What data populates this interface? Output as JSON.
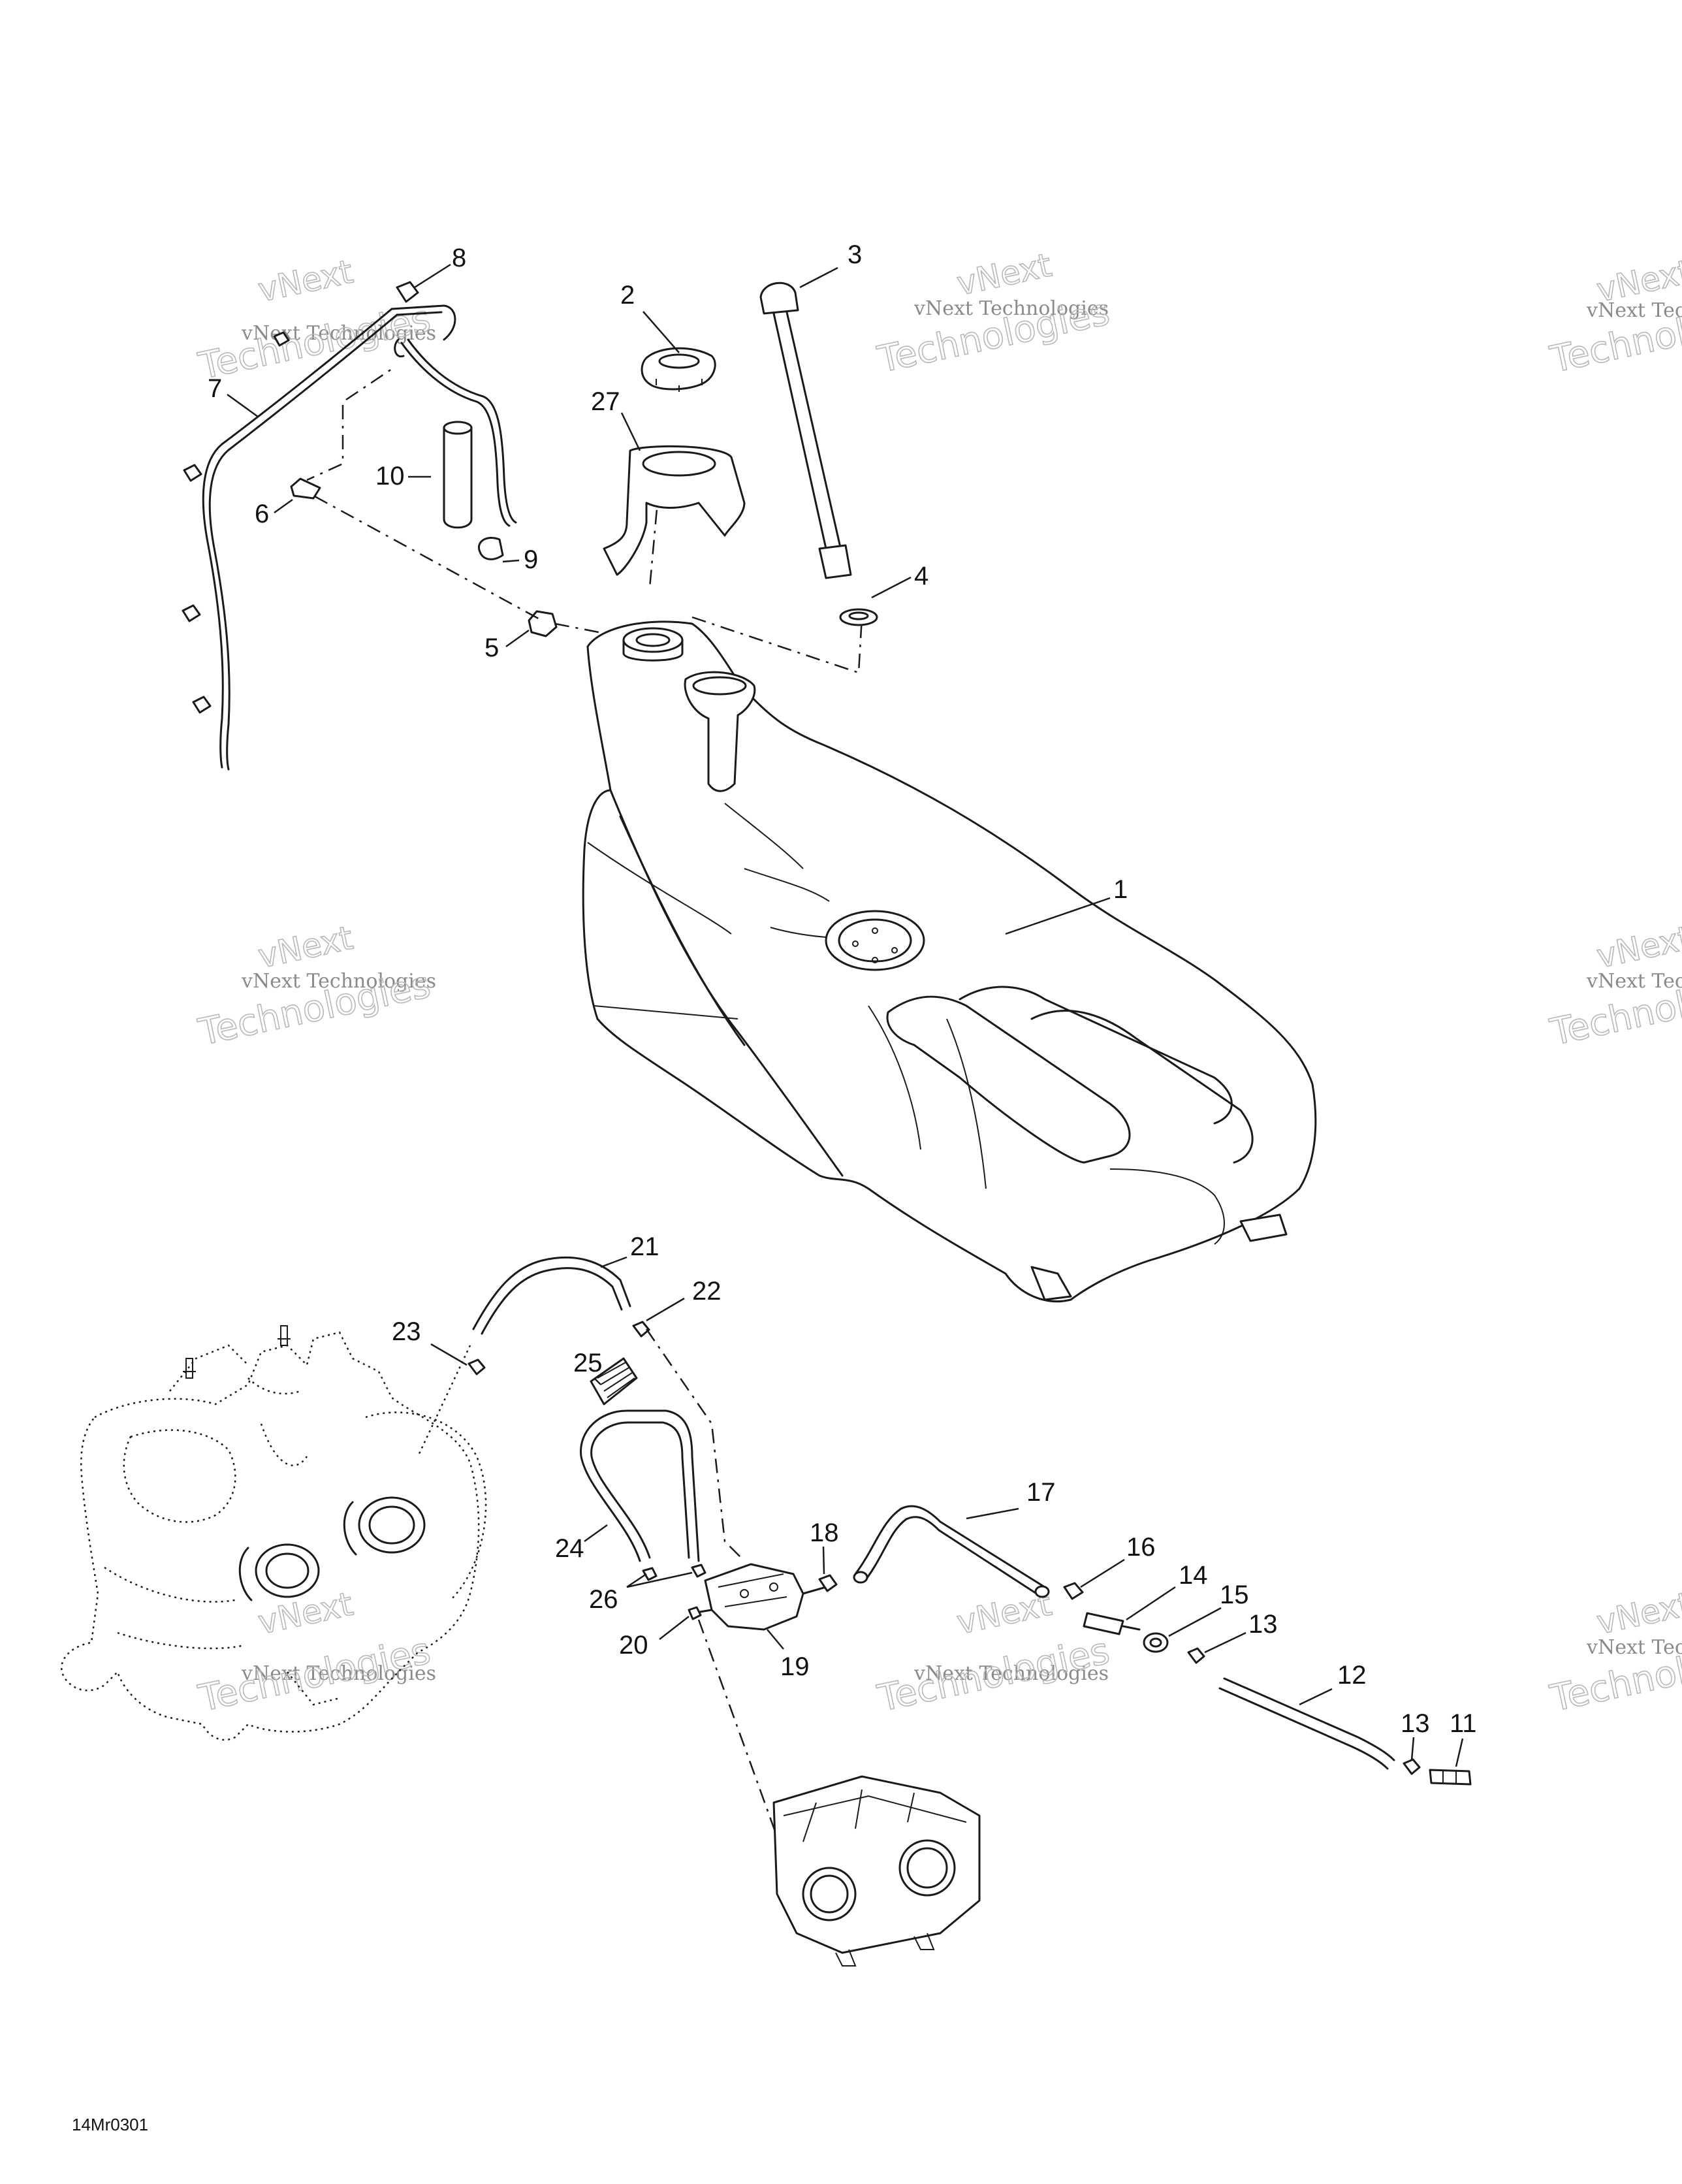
{
  "callouts": [
    {
      "id": "1",
      "label": "1"
    },
    {
      "id": "2",
      "label": "2"
    },
    {
      "id": "3",
      "label": "3"
    },
    {
      "id": "4",
      "label": "4"
    },
    {
      "id": "5",
      "label": "5"
    },
    {
      "id": "6",
      "label": "6"
    },
    {
      "id": "7",
      "label": "7"
    },
    {
      "id": "8",
      "label": "8"
    },
    {
      "id": "9",
      "label": "9"
    },
    {
      "id": "10",
      "label": "10"
    },
    {
      "id": "11",
      "label": "11"
    },
    {
      "id": "12",
      "label": "12"
    },
    {
      "id": "13a",
      "label": "13"
    },
    {
      "id": "13b",
      "label": "13"
    },
    {
      "id": "14",
      "label": "14"
    },
    {
      "id": "15",
      "label": "15"
    },
    {
      "id": "16",
      "label": "16"
    },
    {
      "id": "17",
      "label": "17"
    },
    {
      "id": "18",
      "label": "18"
    },
    {
      "id": "19",
      "label": "19"
    },
    {
      "id": "20",
      "label": "20"
    },
    {
      "id": "21",
      "label": "21"
    },
    {
      "id": "22",
      "label": "22"
    },
    {
      "id": "23",
      "label": "23"
    },
    {
      "id": "24",
      "label": "24"
    },
    {
      "id": "25",
      "label": "25"
    },
    {
      "id": "26",
      "label": "26"
    },
    {
      "id": "27",
      "label": "27"
    }
  ],
  "watermark": {
    "line1": "vNext",
    "line2": "vNext Technologies",
    "line3": "Technologies"
  },
  "reference_code": "14Mr0301"
}
